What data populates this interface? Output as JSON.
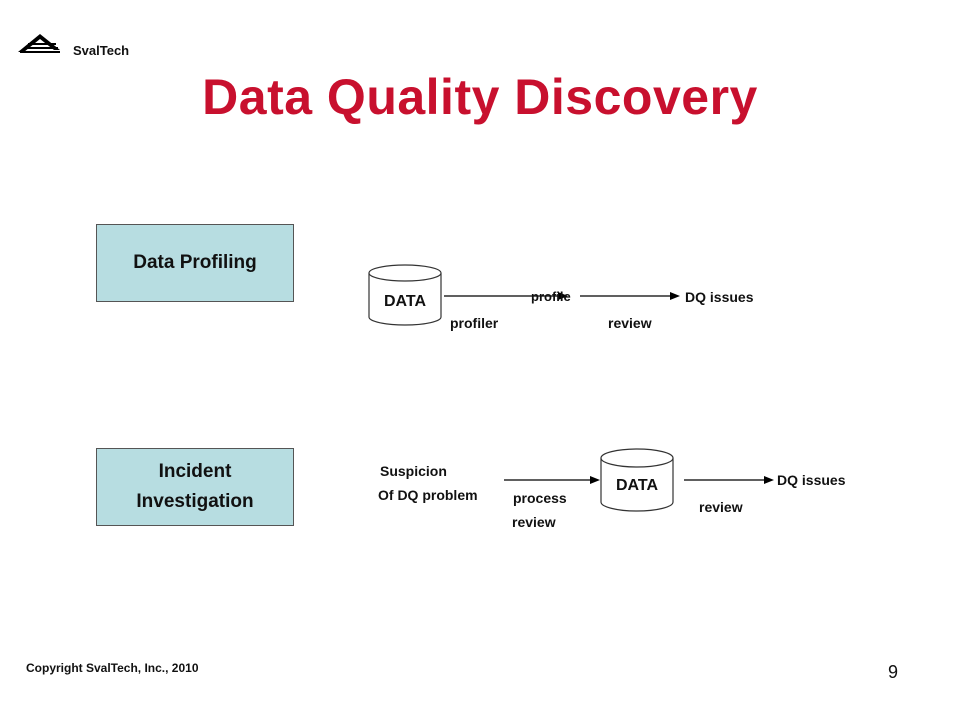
{
  "header": {
    "brand": "SvalTech",
    "logo_icon": "stacked-arrow-logo-icon"
  },
  "title": "Data Quality Discovery",
  "rows": {
    "profiling": {
      "box_label": "Data Profiling",
      "cylinder_label": "DATA",
      "step1_label": "profiler",
      "mid_label": "profile",
      "step2_label": "review",
      "result_label": "DQ issues"
    },
    "incident": {
      "box_line1": "Incident",
      "box_line2": "Investigation",
      "start_line1": "Suspicion",
      "start_line2": "Of DQ problem",
      "step1_line1": "process",
      "step1_line2": "review",
      "cylinder_label": "DATA",
      "step2_label": "review",
      "result_label": "DQ issues"
    }
  },
  "footer": {
    "copyright": "Copyright  SvalTech, Inc., 2010",
    "page_number": "9"
  },
  "colors": {
    "title": "#c8102e",
    "box_fill": "#b7dde1"
  }
}
